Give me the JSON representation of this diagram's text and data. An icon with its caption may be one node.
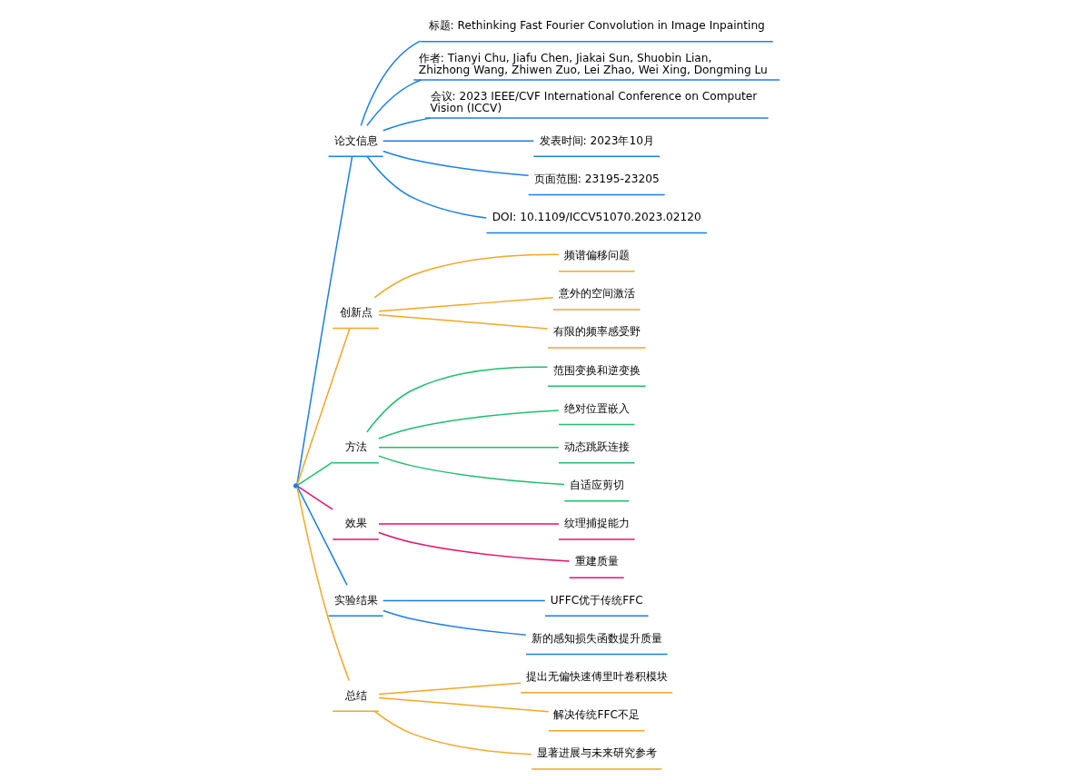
{
  "diagram": {
    "nodes": [
      {
        "text": [],
        "shape": "point"
      },
      {
        "text": [
          "论文信息"
        ]
      },
      {
        "text": [
          "标题: Rethinking Fast Fourier Convolution in Image Inpainting"
        ]
      },
      {
        "text": [
          "作者: Tianyi Chu, Jiafu Chen, Jiakai Sun, Shuobin Lian, Zhizhong Wang, Zhiwen Zuo, Lei Zhao, Wei Xing, Dongming Lu"
        ]
      },
      {
        "text": [
          "会议: 2023 IEEE/CVF International Conference on Computer Vision (ICCV)"
        ]
      },
      {
        "text": [
          "发表时间: 2023年10月"
        ]
      },
      {
        "text": [
          "页面范围: 23195-23205"
        ]
      },
      {
        "text": [
          "DOI: 10.1109/ICCV51070.2023.02120"
        ]
      },
      {
        "text": [
          "创新点"
        ]
      },
      {
        "text": [
          "频谱偏移问题"
        ]
      },
      {
        "text": [
          "意外的空间激活"
        ]
      },
      {
        "text": [
          "有限的频率感受野"
        ]
      },
      {
        "text": [
          "方法"
        ]
      },
      {
        "text": [
          "范围变换和逆变换"
        ]
      },
      {
        "text": [
          "绝对位置嵌入"
        ]
      },
      {
        "text": [
          "动态跳跃连接"
        ]
      },
      {
        "text": [
          "自适应剪切"
        ]
      },
      {
        "text": [
          "效果"
        ]
      },
      {
        "text": [
          "纹理捕捉能力"
        ]
      },
      {
        "text": [
          "重建质量"
        ]
      },
      {
        "text": [
          "实验结果"
        ]
      },
      {
        "text": [
          "UFFC优于传统FFC"
        ]
      },
      {
        "text": [
          "新的感知损失函数提升质量"
        ]
      },
      {
        "text": [
          "总结"
        ]
      },
      {
        "text": [
          "提出无偏快速傅里叶卷积模块"
        ]
      },
      {
        "text": [
          "解决传统FFC不足"
        ]
      },
      {
        "text": [
          "显著进展与未来研究参考"
        ]
      }
    ],
    "edges": [
      {
        "from": 0,
        "to": 1,
        "arrow": "none",
        "color": "#1a7fe8"
      },
      {
        "from": 1,
        "to": 2,
        "arrow": "none",
        "color": "#1a7fe8"
      },
      {
        "from": 1,
        "to": 3,
        "arrow": "none",
        "color": "#1a7fe8"
      },
      {
        "from": 1,
        "to": 4,
        "arrow": "none",
        "color": "#1a7fe8"
      },
      {
        "from": 1,
        "to": 5,
        "arrow": "none",
        "color": "#1a7fe8"
      },
      {
        "from": 1,
        "to": 6,
        "arrow": "none",
        "color": "#1a7fe8"
      },
      {
        "from": 1,
        "to": 7,
        "arrow": "none",
        "color": "#1a7fe8"
      },
      {
        "from": 0,
        "to": 8,
        "arrow": "none",
        "color": "#f5a623"
      },
      {
        "from": 8,
        "to": 9,
        "arrow": "none",
        "color": "#f5a623"
      },
      {
        "from": 8,
        "to": 10,
        "arrow": "none",
        "color": "#f5a623"
      },
      {
        "from": 8,
        "to": 11,
        "arrow": "none",
        "color": "#f5a623"
      },
      {
        "from": 0,
        "to": 12,
        "arrow": "none",
        "color": "#1fbf6b"
      },
      {
        "from": 12,
        "to": 13,
        "arrow": "none",
        "color": "#1fbf6b"
      },
      {
        "from": 12,
        "to": 14,
        "arrow": "none",
        "color": "#1fbf6b"
      },
      {
        "from": 12,
        "to": 15,
        "arrow": "none",
        "color": "#1fbf6b"
      },
      {
        "from": 12,
        "to": 16,
        "arrow": "none",
        "color": "#1fbf6b"
      },
      {
        "from": 0,
        "to": 17,
        "arrow": "none",
        "color": "#e8116b"
      },
      {
        "from": 17,
        "to": 18,
        "arrow": "none",
        "color": "#e8116b"
      },
      {
        "from": 17,
        "to": 19,
        "arrow": "none",
        "color": "#e8116b"
      },
      {
        "from": 0,
        "to": 20,
        "arrow": "none",
        "color": "#1a7fe8"
      },
      {
        "from": 20,
        "to": 21,
        "arrow": "none",
        "color": "#1a7fe8"
      },
      {
        "from": 20,
        "to": 22,
        "arrow": "none",
        "color": "#1a7fe8"
      },
      {
        "from": 0,
        "to": 23,
        "arrow": "none",
        "color": "#f5a623"
      },
      {
        "from": 23,
        "to": 24,
        "arrow": "none",
        "color": "#f5a623"
      },
      {
        "from": 23,
        "to": 25,
        "arrow": "none",
        "color": "#f5a623"
      },
      {
        "from": 23,
        "to": 26,
        "arrow": "none",
        "color": "#f5a623"
      }
    ]
  }
}
